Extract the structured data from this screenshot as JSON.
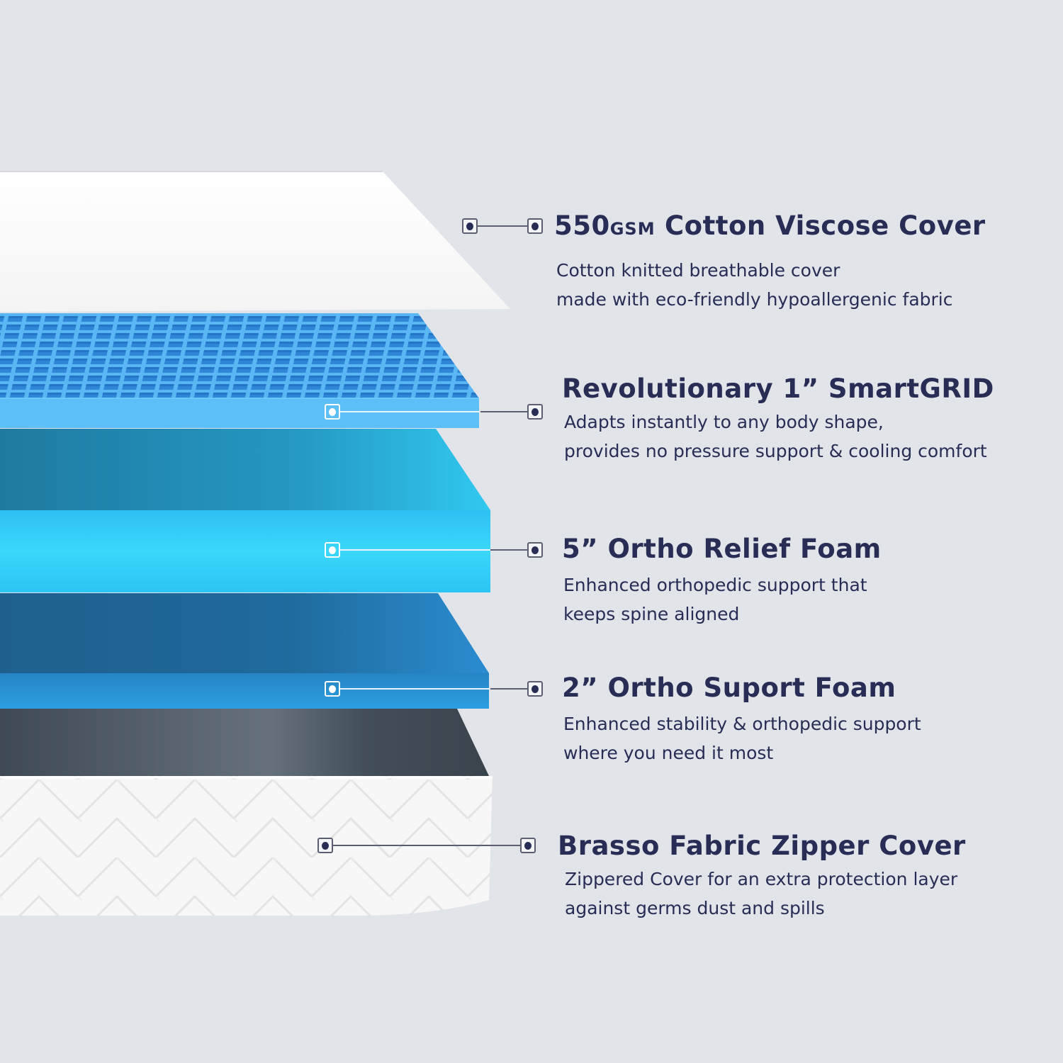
{
  "colors": {
    "background": "#e1e4e9",
    "text": "#272d54",
    "cover_white": "#fbfbfb",
    "smartgrid_blue": "#4aa8ee",
    "smartgrid_edge": "#5bbff7",
    "ortho_relief": "#2ec7f5",
    "ortho_support": "#2a9ad8",
    "base_dark": "#4d5660",
    "zipper_cover": "#f7f7f7"
  },
  "layers": [
    {
      "id": "cover",
      "title_main": "550",
      "title_unit": "GSM",
      "title_rest": " Cotton Viscose Cover",
      "lines": [
        "Cotton knitted breathable cover",
        "made with eco-friendly hypoallergenic fabric"
      ]
    },
    {
      "id": "smartgrid",
      "title": "Revolutionary 1” SmartGRID",
      "lines": [
        "Adapts instantly to any body shape,",
        "provides no pressure support & cooling comfort"
      ]
    },
    {
      "id": "relief",
      "title": "5” Ortho Relief Foam",
      "lines": [
        "Enhanced orthopedic support that",
        "keeps spine aligned"
      ]
    },
    {
      "id": "support",
      "title": "2” Ortho Suport Foam",
      "lines": [
        "Enhanced stability & orthopedic support",
        "where you need it most"
      ]
    },
    {
      "id": "zipper",
      "title": "Brasso Fabric Zipper Cover",
      "lines": [
        "Zippered Cover for an extra protection layer",
        "against germs dust and spills"
      ]
    }
  ],
  "icons": {
    "marker": "square-dot-marker-icon"
  }
}
